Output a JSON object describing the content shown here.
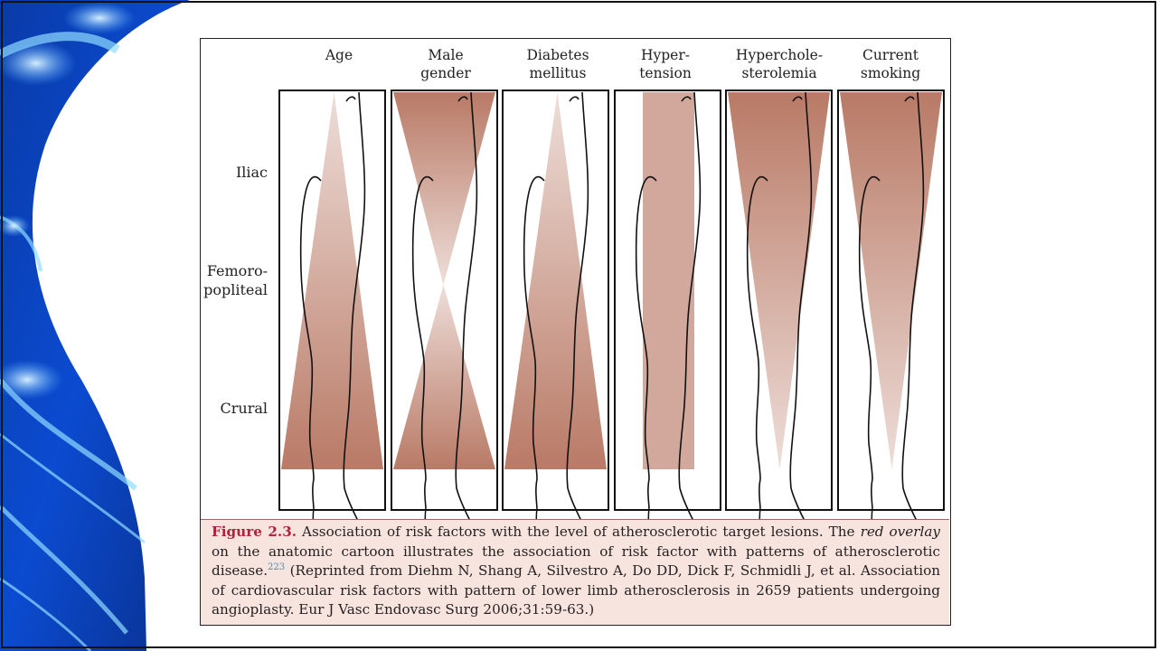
{
  "slide": {
    "theme_colors": {
      "dark_blue": "#062a8a",
      "mid_blue": "#1f6fe0",
      "light_blue": "#7fd3ff",
      "overlay_brown": "#b97a66"
    }
  },
  "figure": {
    "column_headers": [
      "Age",
      "Male\ngender",
      "Diabetes\nmellitus",
      "Hyper-\ntension",
      "Hypercholе-\nsterolemia",
      "Current\nsmoking"
    ],
    "row_labels": [
      "Iliac",
      "Femoro-\npopliteal",
      "Crural"
    ],
    "overlay_patterns": [
      "distal-wide",
      "hourglass",
      "distal-wide",
      "uniform",
      "proximal-wide",
      "proximal-wide"
    ],
    "caption": {
      "label": "Figure 2.3.",
      "text_1": " Association of risk factors with the level of atherosclerotic target lesions. The ",
      "emphasis": "red overlay",
      "text_2": " on the anatomic cartoon illustrates the association of risk factor with patterns of atherosclerotic disease.",
      "ref": "223",
      "text_3": " (Reprinted from Diehm N, Shang A, Silvestro A, Do DD, Dick F, Schmidli J, et al. Association of cardiovascular risk factors with pattern of lower limb atherosclerosis in 2659 patients undergoing angioplasty. Eur J Vasc Endovasc Surg 2006;31:59-63.)"
    }
  }
}
